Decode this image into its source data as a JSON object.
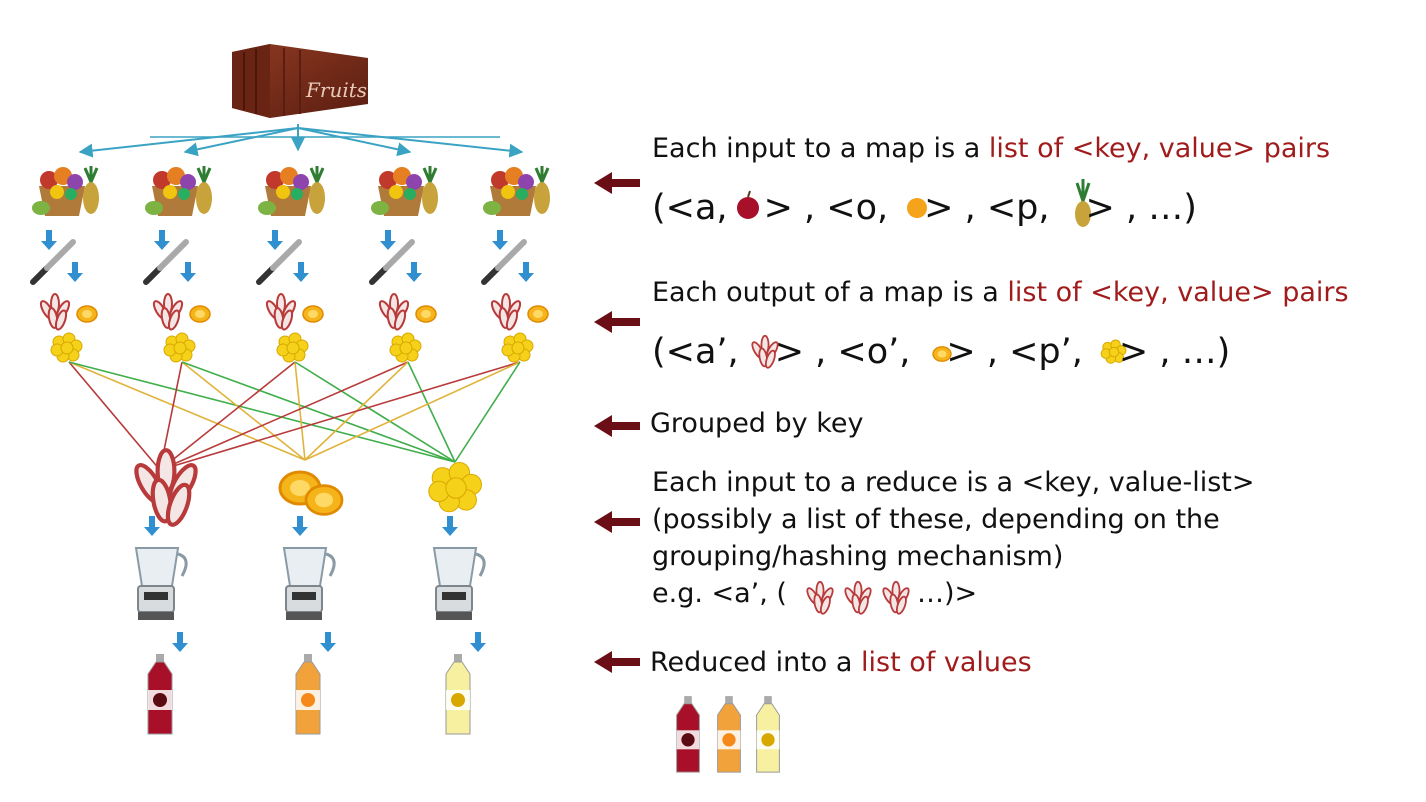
{
  "diagram": {
    "container_label": "Fruits",
    "notes": [
      {
        "pre": "Each input to a map is a ",
        "hl": "list of <key, value> pairs"
      },
      {
        "pre": "Each output of a map is a ",
        "hl": "list of <key, value> pairs"
      },
      {
        "pre": "Grouped by key",
        "hl": ""
      },
      {
        "pre": "Each input to a reduce is a <key, value-list>",
        "hl": ""
      },
      {
        "pre": "Reduced into a ",
        "hl": "list of values"
      }
    ],
    "reduce_note_lines": [
      "(possibly a list of these, depending on the",
      "grouping/hashing mechanism)",
      "e.g. <a’, (",
      "…)>"
    ],
    "map_input_tuple": {
      "open": "(<a,",
      "sep1": "> , <o,",
      "sep2": "> , <p,",
      "close": "> , …)"
    },
    "map_output_tuple": {
      "open": "(<a’,",
      "sep1": "> , <o’,",
      "sep2": "> , <p’,",
      "close": "> , …)"
    },
    "colors": {
      "highlight": "#a01c1c",
      "fanout_arrows": "#3aa3c4",
      "down_arrows": "#2f8fd0",
      "note_arrows": "#6b0f16",
      "line_apple": "#b83a3a",
      "line_orange": "#e0b33a",
      "line_pineapple": "#3fae4a",
      "container": "#7a2a1a"
    },
    "icons": [
      "container-icon",
      "fruit-basket-icon",
      "knife-icon",
      "apple-slice-icon",
      "orange-slice-icon",
      "pineapple-chunk-icon",
      "blender-icon",
      "juice-bottle-icon",
      "note-arrow-icon"
    ]
  }
}
